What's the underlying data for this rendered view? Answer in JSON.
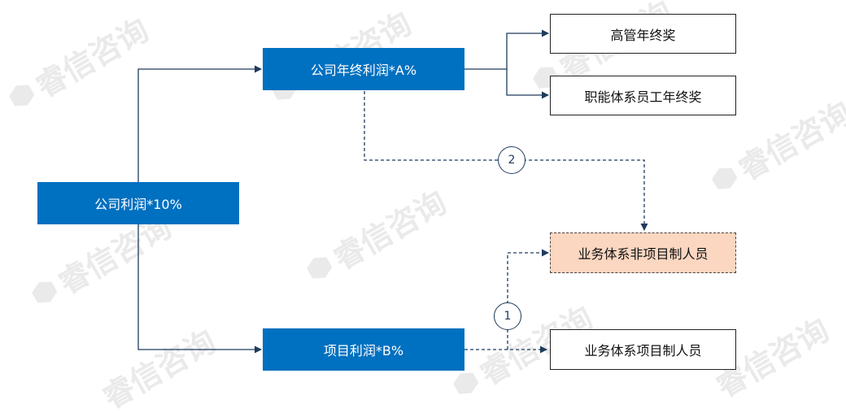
{
  "watermark": {
    "text": "睿信咨询",
    "logo_icon": "hexagon-logo-icon"
  },
  "nodes": {
    "company_profit": "公司利润*10%",
    "annual_profit": "公司年终利润*A%",
    "project_profit": "项目利润*B%",
    "exec_bonus": "高管年终奖",
    "functional_bonus": "职能体系员工年终奖",
    "business_non_project": "业务体系非项目制人员",
    "business_project": "业务体系项目制人员"
  },
  "markers": {
    "one": "1",
    "two": "2"
  },
  "colors": {
    "primary": "#0070c0",
    "line": "#1f3b5c",
    "highlight_fill": "#fbd6c1"
  }
}
